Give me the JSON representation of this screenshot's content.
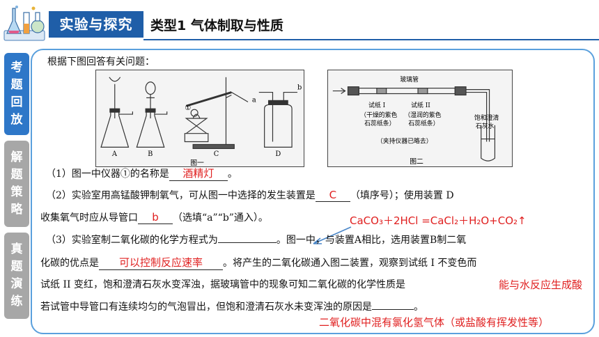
{
  "header": {
    "tag": "实验与探究",
    "title": "类型1  气体制取与性质"
  },
  "side_tabs": [
    {
      "label": "考题回放",
      "chars": [
        "考",
        "题",
        "回",
        "放"
      ],
      "active": true
    },
    {
      "label": "解题策略",
      "chars": [
        "解",
        "题",
        "策",
        "略"
      ],
      "active": false
    },
    {
      "label": "真题演练",
      "chars": [
        "真",
        "题",
        "演",
        "练"
      ],
      "active": false
    }
  ],
  "question": {
    "intro": "根据下图回答有关问题：",
    "fig1": {
      "caption": "图一",
      "labels": [
        "A",
        "B",
        "C",
        "D"
      ],
      "marker": "①",
      "ports": [
        "a",
        "b"
      ]
    },
    "fig2": {
      "caption": "图二",
      "tube_label": "玻璃管",
      "paper1": "试纸 I",
      "paper1_note": "（干燥的紫色",
      "paper1_note2": "石蕊纸条）",
      "paper2": "试纸 II",
      "paper2_note": "（湿润的紫色",
      "paper2_note2": "石蕊纸条）",
      "lime": "饱和澄清",
      "lime2": "石灰水",
      "note": "（夹持仪器已略去）"
    },
    "q1_prefix": "（1）图一中仪器①的名称是",
    "q1_suffix": "。",
    "q1_answer": "酒精灯",
    "q2_prefix": "（2）实验室用高锰酸钾制氧气，可从图一中选择的发生装置是",
    "q2_answer": "C",
    "q2_suffix": "（填序号）；使用装置 D",
    "q2b_prefix": "收集氧气时应从导管口",
    "q2b_answer": "b",
    "q2b_suffix": "（选填“a”“b”通入）。",
    "q3_prefix": "（3）实验室制二氧化碳的化学方程式为",
    "q3_suffix": "。图一中，与装置A相比，选用装置B制二氧",
    "q3_equation": "CaCO₃＋2HCl =CaCl₂＋H₂O+CO₂↑",
    "q3b_prefix": "化碳的优点是",
    "q3b_answer": "可以控制反应速率",
    "q3b_suffix": "。将产生的二氧化碳通入图二装置，观察到试纸 I 不变色而",
    "q3c_text": "试纸 II 变红，饱和澄清石灰水变浑浊，据玻璃管中的现象可知二氧化碳的化学性质是",
    "q3c_answer": "能与水反应生成酸",
    "q3d_text": "若试管中导管口有连续均匀的气泡冒出，但饱和澄清石灰水未变浑浊的原因是",
    "q3d_suffix": "。",
    "q3d_answer": "二氧化碳中混有氯化氢气体（或盐酸有挥发性等）"
  }
}
